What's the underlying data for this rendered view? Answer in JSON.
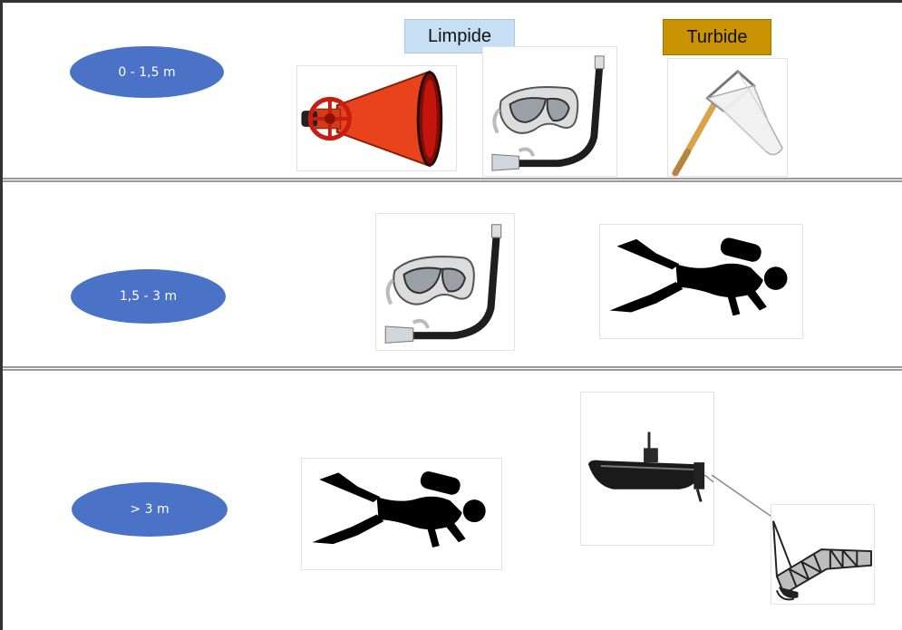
{
  "rows": [
    {
      "depth_label": "0 - 1,5 m"
    },
    {
      "depth_label": "1,5 - 3 m"
    },
    {
      "depth_label": "> 3 m"
    }
  ],
  "headers": {
    "clear": {
      "label": "Limpide",
      "color": "#c6dff4"
    },
    "turbid": {
      "label": "Turbide",
      "color": "#c99400"
    }
  },
  "icons": [
    "aquascope-icon",
    "snorkel-mask-icon",
    "hand-net-icon",
    "scuba-diver-icon",
    "boat-icon",
    "towed-sled-icon"
  ],
  "colors": {
    "depth_pill": "#4a72c6",
    "aquascope": "#e8431c"
  }
}
